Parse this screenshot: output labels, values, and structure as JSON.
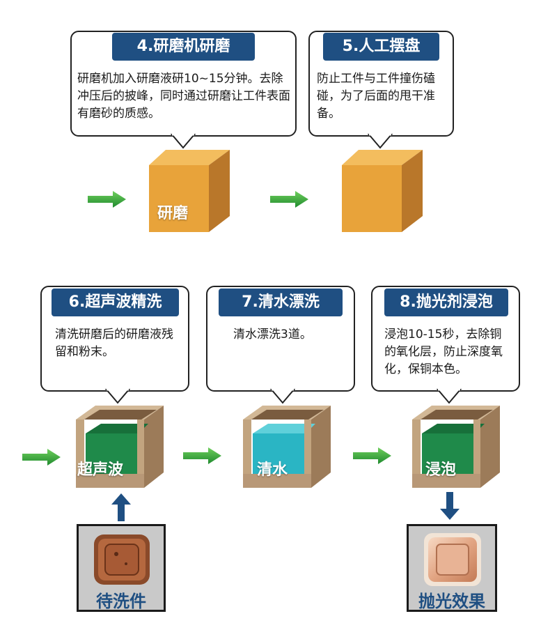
{
  "steps": [
    {
      "title": "4.研磨机研磨",
      "desc": "研磨机加入研磨液研10~15分钟。去除冲压后的披峰，同时通过研磨让工件表面有磨砂的质感。",
      "box_label": "研磨"
    },
    {
      "title": "5.人工摆盘",
      "desc": "防止工件与工件撞伤磕碰，为了后面的甩干准备。",
      "box_label": ""
    },
    {
      "title": "6.超声波精洗",
      "desc": "清洗研磨后的研磨液残留和粉末。",
      "box_label": "超声波"
    },
    {
      "title": "7.清水漂洗",
      "desc": "清水漂洗3道。",
      "box_label": "清水"
    },
    {
      "title": "8.抛光剂浸泡",
      "desc": "浸泡10-15秒，去除铜的氧化层，防止深度氧化，保铜本色。",
      "box_label": "浸泡"
    }
  ],
  "photos": {
    "input_label": "待洗件",
    "output_label": "抛光效果"
  },
  "colors": {
    "header": "#1f4f82",
    "arrow_green": "#2e9b3a",
    "arrow_blue": "#1f4f82",
    "orange_box": "#e8a33a",
    "tank": "#b89877",
    "green_liquid": "#1f8a4a",
    "cyan_liquid": "#2ab5c4"
  }
}
